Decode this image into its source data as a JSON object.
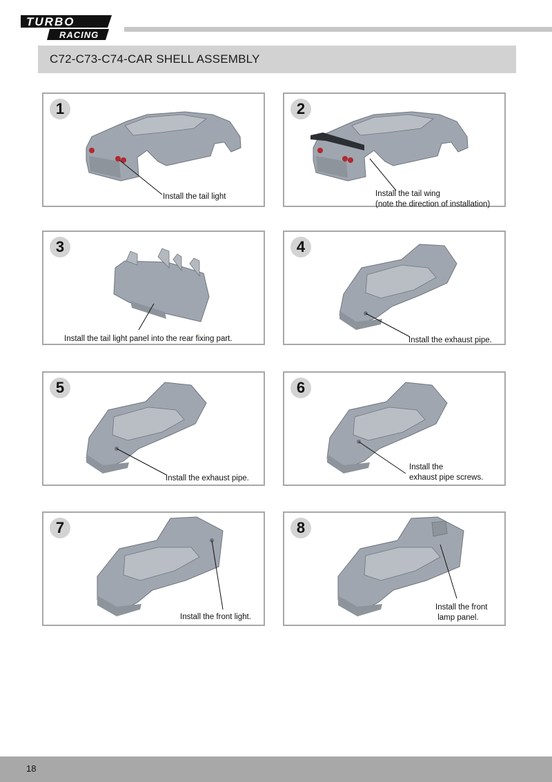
{
  "brand": {
    "logo_line1": "TURBO",
    "logo_line2": "RACING"
  },
  "page_title": "C72-C73-C74-CAR SHELL ASSEMBLY",
  "steps": [
    {
      "number": "1",
      "caption_lines": [
        "Install the tail light"
      ]
    },
    {
      "number": "2",
      "caption_lines": [
        "Install the tail wing",
        "(note the direction of installation)"
      ]
    },
    {
      "number": "3",
      "caption_lines": [
        "Install the tail light panel into the rear fixing part."
      ]
    },
    {
      "number": "4",
      "caption_lines": [
        "Install the exhaust pipe."
      ]
    },
    {
      "number": "5",
      "caption_lines": [
        "Install the exhaust pipe."
      ]
    },
    {
      "number": "6",
      "caption_lines": [
        "Install the",
        "exhaust pipe screws."
      ]
    },
    {
      "number": "7",
      "caption_lines": [
        "Install the front light."
      ]
    },
    {
      "number": "8",
      "caption_lines": [
        "Install the front",
        " lamp panel."
      ]
    }
  ],
  "page_number": "18",
  "colors": {
    "title_bar": "#d2d2d2",
    "panel_border": "#a7a7a7",
    "part_gray": "#9ea4ad",
    "tail_light": "#b02a30",
    "footer": "#a8a8a8"
  }
}
